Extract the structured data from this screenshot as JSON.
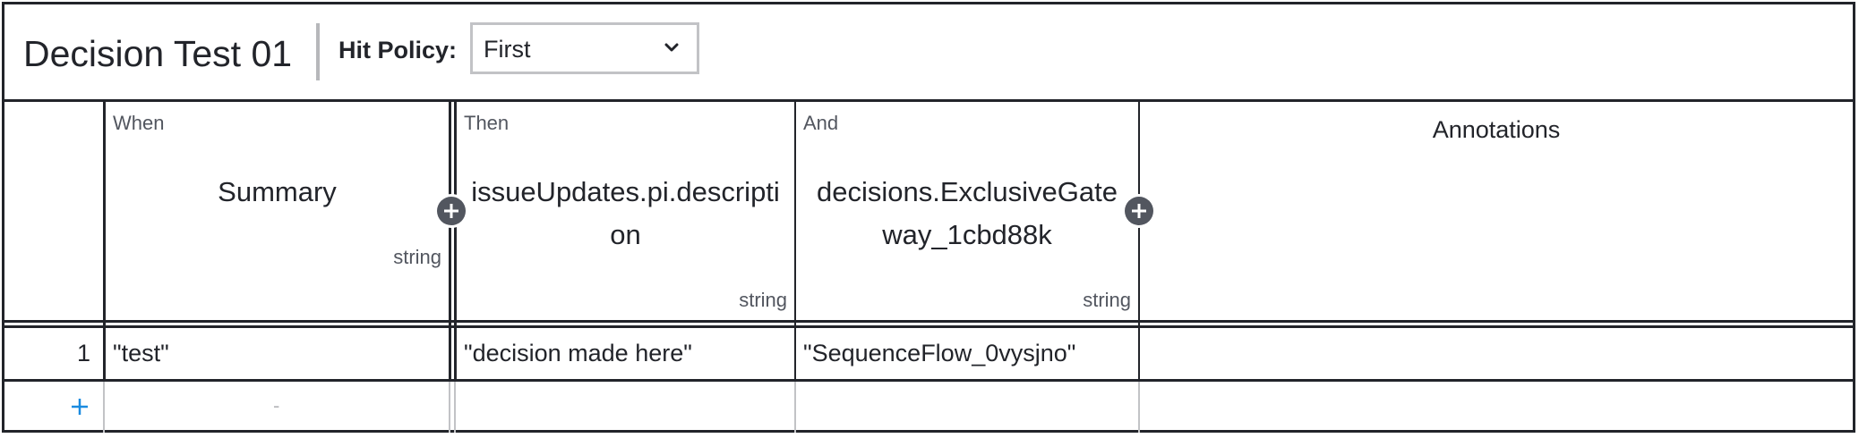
{
  "header": {
    "title": "Decision Test 01",
    "hit_policy_label": "Hit Policy:",
    "hit_policy_value": "First",
    "hit_policy_icon": "chevron-down-icon"
  },
  "table": {
    "columns": [
      {
        "clause": "When",
        "expression": "Summary",
        "type": "string",
        "kind": "input"
      },
      {
        "clause": "Then",
        "expression": "issueUpdates.pi.description",
        "type": "string",
        "kind": "output"
      },
      {
        "clause": "And",
        "expression": "decisions.ExclusiveGateway_1cbd88k",
        "type": "string",
        "kind": "output"
      }
    ],
    "annotations_header": "Annotations",
    "add_column_icon": "plus-circle-icon",
    "rows": [
      {
        "index": "1",
        "cells": [
          "\"test\"",
          "\"decision made here\"",
          "\"SequenceFlow_0vysjno\""
        ],
        "annotation": ""
      }
    ],
    "add_row": {
      "icon": "plus-icon",
      "placeholder": "-"
    }
  },
  "colors": {
    "border": "#22242a",
    "muted_text": "#52565f",
    "add_row_accent": "#1a8be0",
    "select_border": "#c2c3c6",
    "separator": "#b7b8bb",
    "light_grid": "#c2c3c6"
  }
}
